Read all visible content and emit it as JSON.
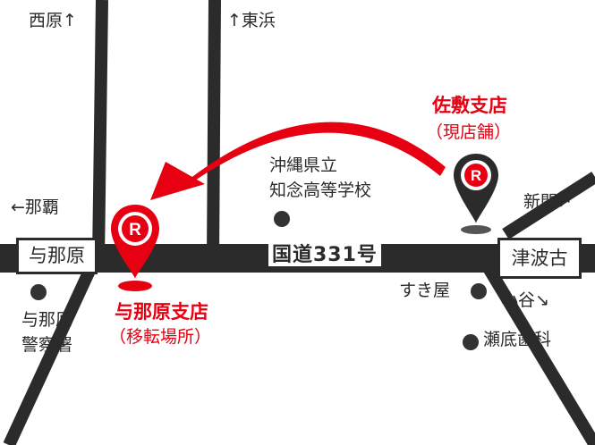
{
  "directions": {
    "nishihara": "西原↑",
    "higashihama": "↑東浜",
    "naha": "←那覇",
    "shinkai": "新開↗",
    "koya": "小谷↘"
  },
  "route": {
    "label": "国道331号"
  },
  "intersections": {
    "yonabaru": "与那原",
    "tsuhako": "津波古"
  },
  "branches": {
    "sashiki": {
      "name": "佐敷支店",
      "note": "（現店舗）"
    },
    "yonabaru": {
      "name": "与那原支店",
      "note": "（移転場所）"
    }
  },
  "landmarks": {
    "school_line1": "沖縄県立",
    "school_line2": "知念高等学校",
    "police_line1": "与那原",
    "police_line2": "警察署",
    "sukiya": "すき屋",
    "dentist": "瀬底歯科"
  },
  "colors": {
    "brand_red": "#e60012",
    "road": "#2b2b2b",
    "label_text": "#2b2b2b",
    "marker_dot": "#333333"
  },
  "icons": {
    "branch_marker": "bank-logo-pin-icon",
    "relocation_arrow": "curved-arrow-icon",
    "landmark_marker": "landmark-dot-icon"
  }
}
